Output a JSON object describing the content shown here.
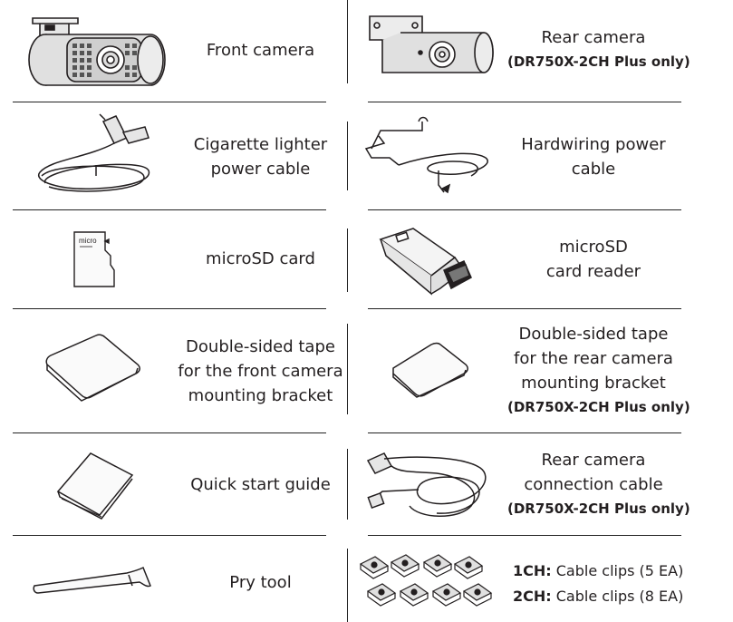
{
  "items": {
    "front_camera": {
      "lines": [
        "Front camera"
      ]
    },
    "rear_camera": {
      "lines": [
        "Rear camera"
      ],
      "note": "(DR750X-2CH Plus only)"
    },
    "cigarette_cable": {
      "lines": [
        "Cigarette lighter",
        "power cable"
      ]
    },
    "hardwiring_cable": {
      "lines": [
        "Hardwiring power",
        "cable"
      ]
    },
    "microsd_card": {
      "lines": [
        "microSD card"
      ],
      "card_text": "micro"
    },
    "card_reader": {
      "lines": [
        "microSD",
        "card reader"
      ]
    },
    "tape_front": {
      "lines": [
        "Double-sided tape",
        "for the front camera",
        "mounting bracket"
      ]
    },
    "tape_rear": {
      "lines": [
        "Double-sided tape",
        "for the rear camera",
        "mounting bracket"
      ],
      "note": "(DR750X-2CH Plus only)"
    },
    "quick_guide": {
      "lines": [
        "Quick start guide"
      ]
    },
    "rear_connection_cable": {
      "lines": [
        "Rear camera",
        "connection cable"
      ],
      "note": "(DR750X-2CH Plus only)"
    },
    "pry_tool": {
      "lines": [
        "Pry tool"
      ]
    },
    "cable_clips": {
      "row1_prefix": "1CH:",
      "row1_text": " Cable clips (5 EA)",
      "row2_prefix": "2CH:",
      "row2_text": " Cable clips (8 EA)"
    }
  }
}
